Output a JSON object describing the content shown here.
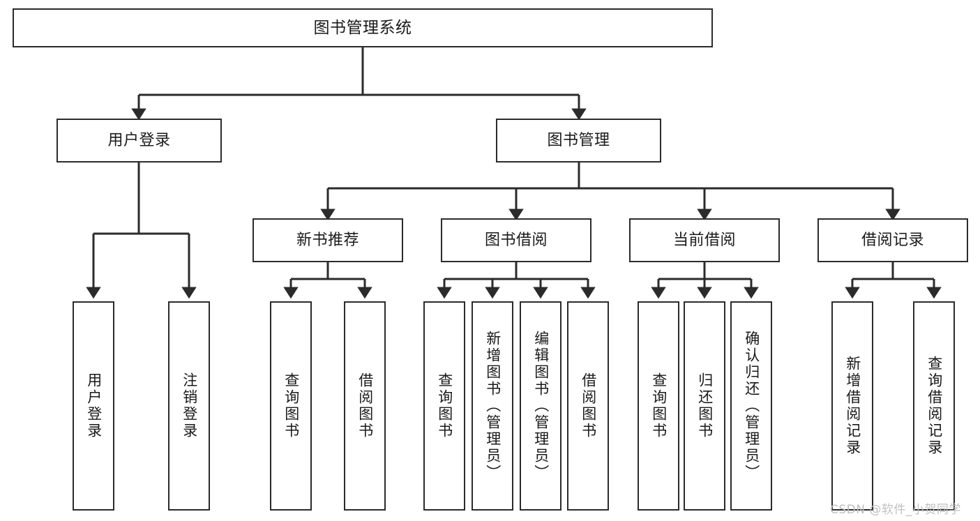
{
  "diagram": {
    "title": "图书管理系统",
    "type": "hierarchy-tree",
    "watermark": "CSDN @软件_小贺同学",
    "colors": {
      "box_border": "#2b2b2b",
      "box_fill": "#ffffff",
      "edge": "#2b2b2b",
      "text": "#1a1a1a",
      "watermark": "#bfbfbf",
      "background": "#ffffff"
    },
    "nodes": {
      "root": {
        "label": "图书管理系统"
      },
      "level2": [
        {
          "id": "user-login",
          "label": "用户登录"
        },
        {
          "id": "book-manage",
          "label": "图书管理"
        }
      ],
      "level3": [
        {
          "id": "new-book-recommend",
          "label": "新书推荐"
        },
        {
          "id": "book-borrow",
          "label": "图书借阅"
        },
        {
          "id": "current-borrow",
          "label": "当前借阅"
        },
        {
          "id": "borrow-record",
          "label": "借阅记录"
        }
      ],
      "leaves": {
        "user_login": [
          {
            "id": "leaf-user-login",
            "label": "用户登录"
          },
          {
            "id": "leaf-logout-login",
            "label": "注销登录"
          }
        ],
        "new_book_recommend": [
          {
            "id": "leaf-query-book-1",
            "label": "查询图书"
          },
          {
            "id": "leaf-borrow-book-1",
            "label": "借阅图书"
          }
        ],
        "book_borrow": [
          {
            "id": "leaf-query-book-2",
            "label": "查询图书"
          },
          {
            "id": "leaf-add-book",
            "label": "新增图书（管理员）"
          },
          {
            "id": "leaf-edit-book",
            "label": "编辑图书（管理员）"
          },
          {
            "id": "leaf-borrow-book-2",
            "label": "借阅图书"
          }
        ],
        "current_borrow": [
          {
            "id": "leaf-query-book-3",
            "label": "查询图书"
          },
          {
            "id": "leaf-return-book",
            "label": "归还图书"
          },
          {
            "id": "leaf-confirm-return",
            "label": "确认归还（管理员）"
          }
        ],
        "borrow_record": [
          {
            "id": "leaf-add-record",
            "label": "新增借阅记录"
          },
          {
            "id": "leaf-query-record",
            "label": "查询借阅记录"
          }
        ]
      }
    }
  }
}
